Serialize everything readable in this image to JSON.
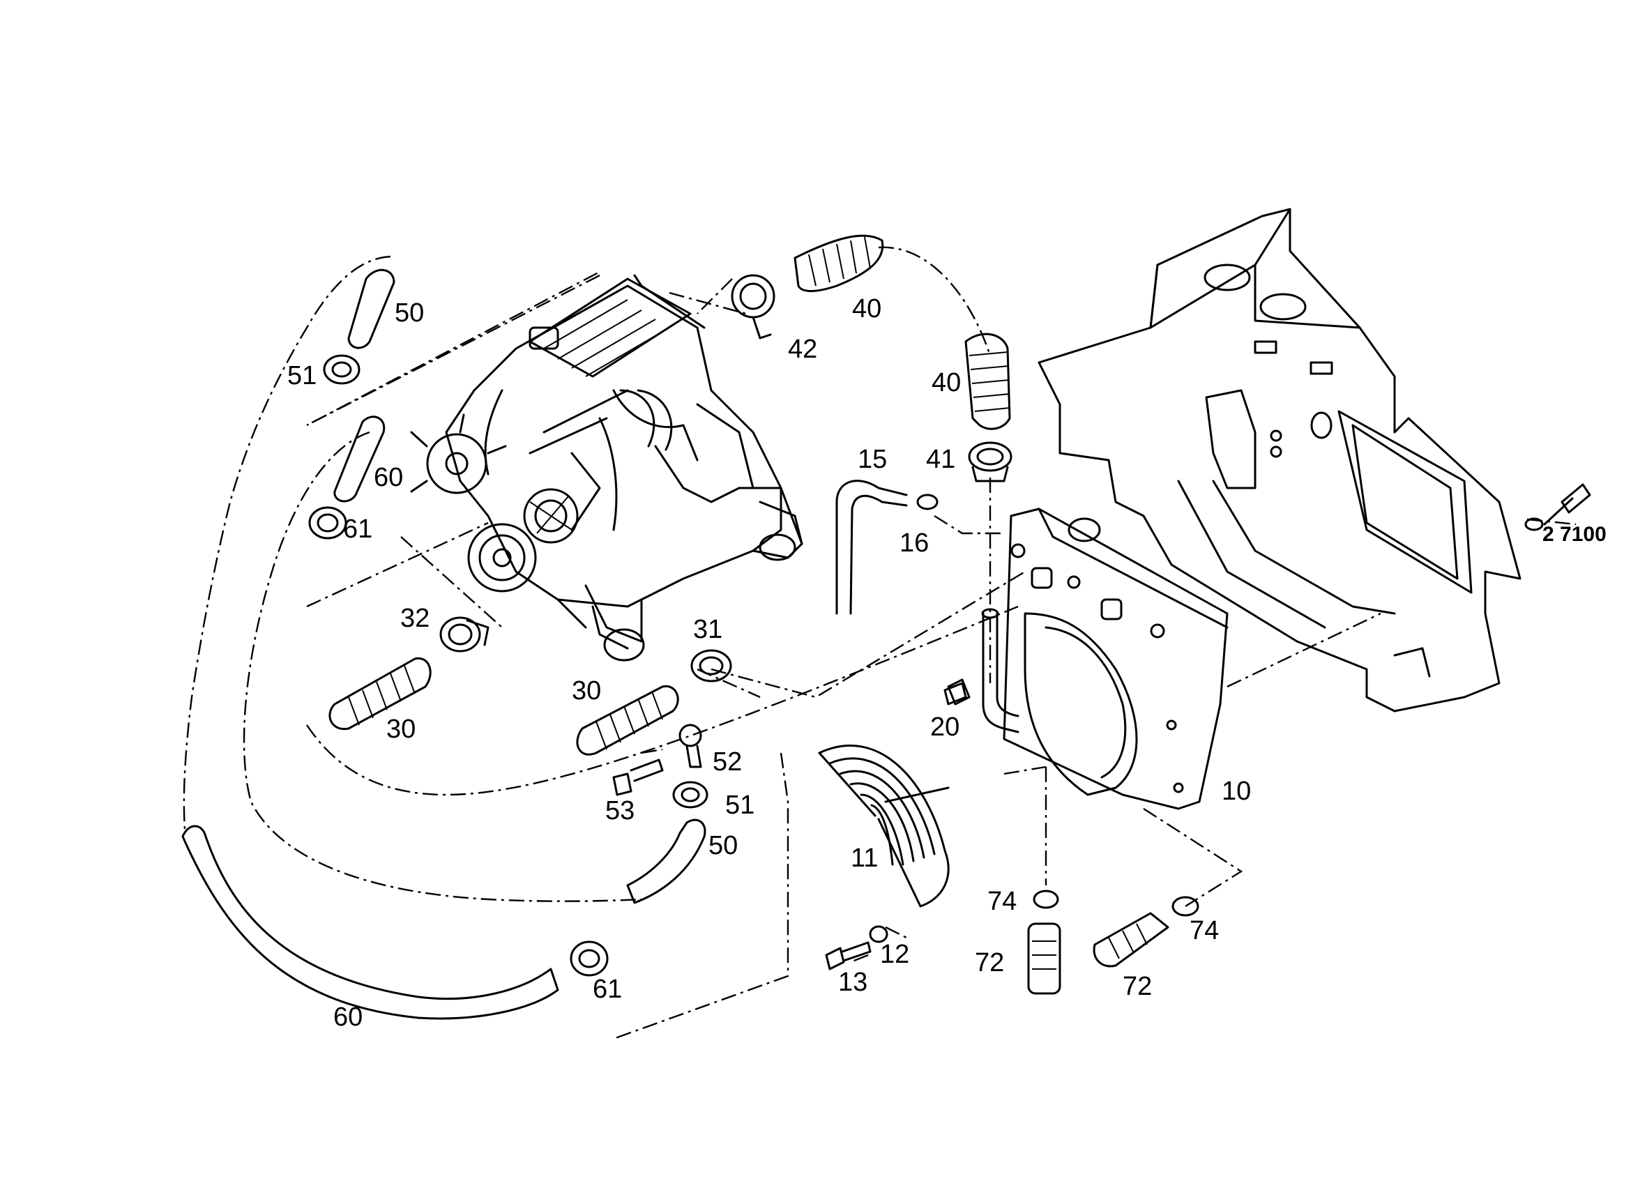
{
  "labels": {
    "p50a": "50",
    "p51a": "51",
    "p60a": "60",
    "p61a": "61",
    "p40a": "40",
    "p42": "42",
    "p40b": "40",
    "p41": "41",
    "p15": "15",
    "p16": "16",
    "p32": "32",
    "p30a": "30",
    "p30b": "30",
    "p31": "31",
    "p52": "52",
    "p53": "53",
    "p51b": "51",
    "p50b": "50",
    "p20": "20",
    "p10": "10",
    "p11": "11",
    "p74a": "74",
    "p74b": "74",
    "p12": "12",
    "p13": "13",
    "p72a": "72",
    "p72b": "72",
    "p60b": "60",
    "p61b": "61",
    "ref": "2 7100"
  }
}
